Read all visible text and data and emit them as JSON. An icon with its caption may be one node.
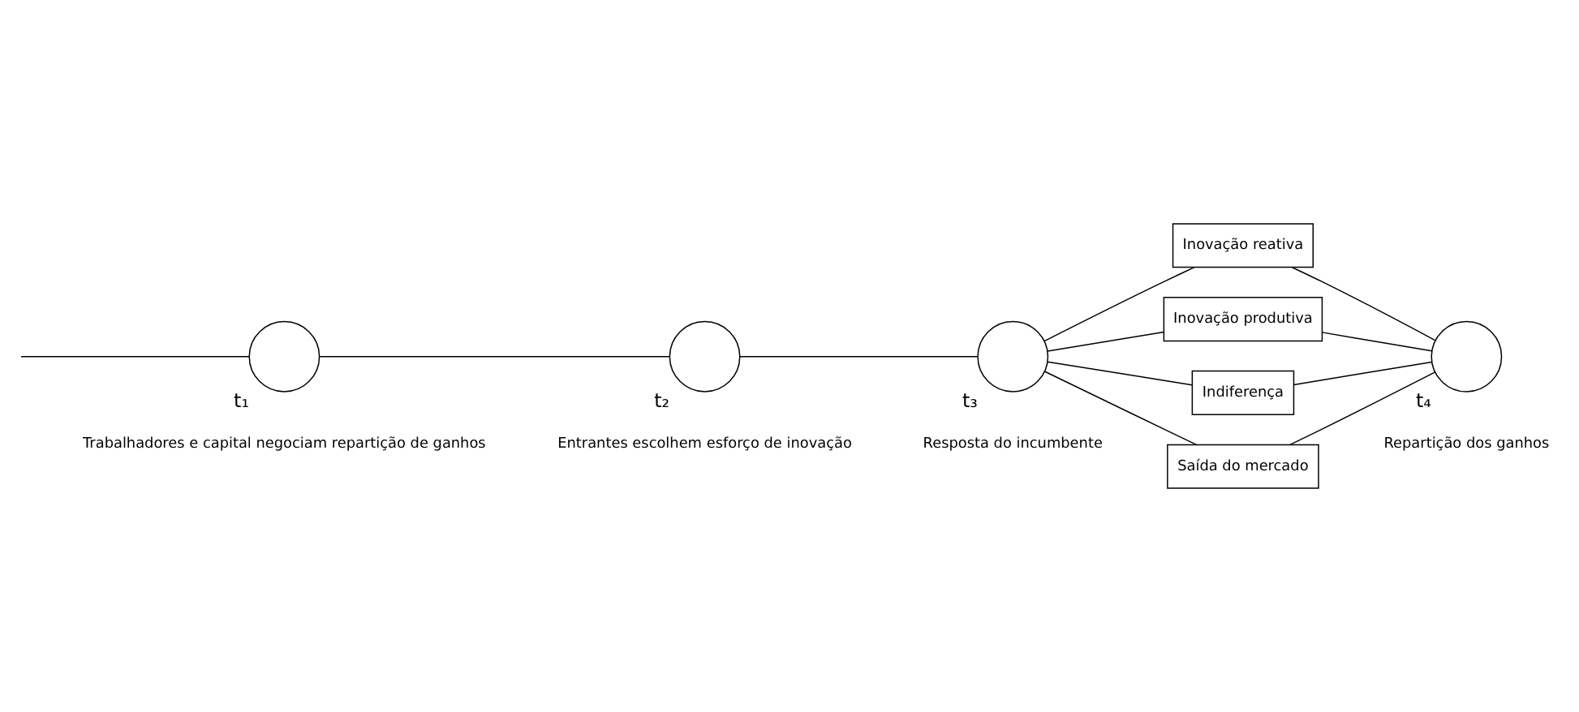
{
  "diagram": {
    "nodes": [
      {
        "text": [
          "t₁"
        ],
        "beside": [
          "Trabalhadores e capital negociam repartição de ganhos"
        ]
      },
      {
        "text": [
          "t₂"
        ],
        "beside": [
          "Entrantes escolhem esforço de inovação"
        ]
      },
      {
        "text": [
          "t₃"
        ],
        "beside": [
          "Resposta do incumbente"
        ]
      },
      {
        "text": [
          "Inovação reativa"
        ]
      },
      {
        "text": [
          "Inovação produtiva"
        ]
      },
      {
        "text": [
          "Indiferença"
        ]
      },
      {
        "text": [
          "Saída do mercado"
        ]
      },
      {
        "text": [
          "t₄"
        ],
        "beside": [
          "Repartição dos ganhos"
        ]
      }
    ],
    "edges": [
      {
        "from": null,
        "to": 0,
        "arrow": "none"
      },
      {
        "from": 0,
        "to": 1,
        "arrow": "none"
      },
      {
        "from": 1,
        "to": 2,
        "arrow": "none"
      },
      {
        "from": 2,
        "to": 3,
        "arrow": "none"
      },
      {
        "from": 3,
        "to": 7,
        "arrow": "none"
      },
      {
        "from": 2,
        "to": 4,
        "arrow": "none"
      },
      {
        "from": 4,
        "to": 7,
        "arrow": "none"
      },
      {
        "from": 2,
        "to": 5,
        "arrow": "none"
      },
      {
        "from": 5,
        "to": 7,
        "arrow": "none"
      },
      {
        "from": 2,
        "to": 6,
        "arrow": "none"
      },
      {
        "from": 6,
        "to": 7,
        "arrow": "none"
      }
    ]
  }
}
